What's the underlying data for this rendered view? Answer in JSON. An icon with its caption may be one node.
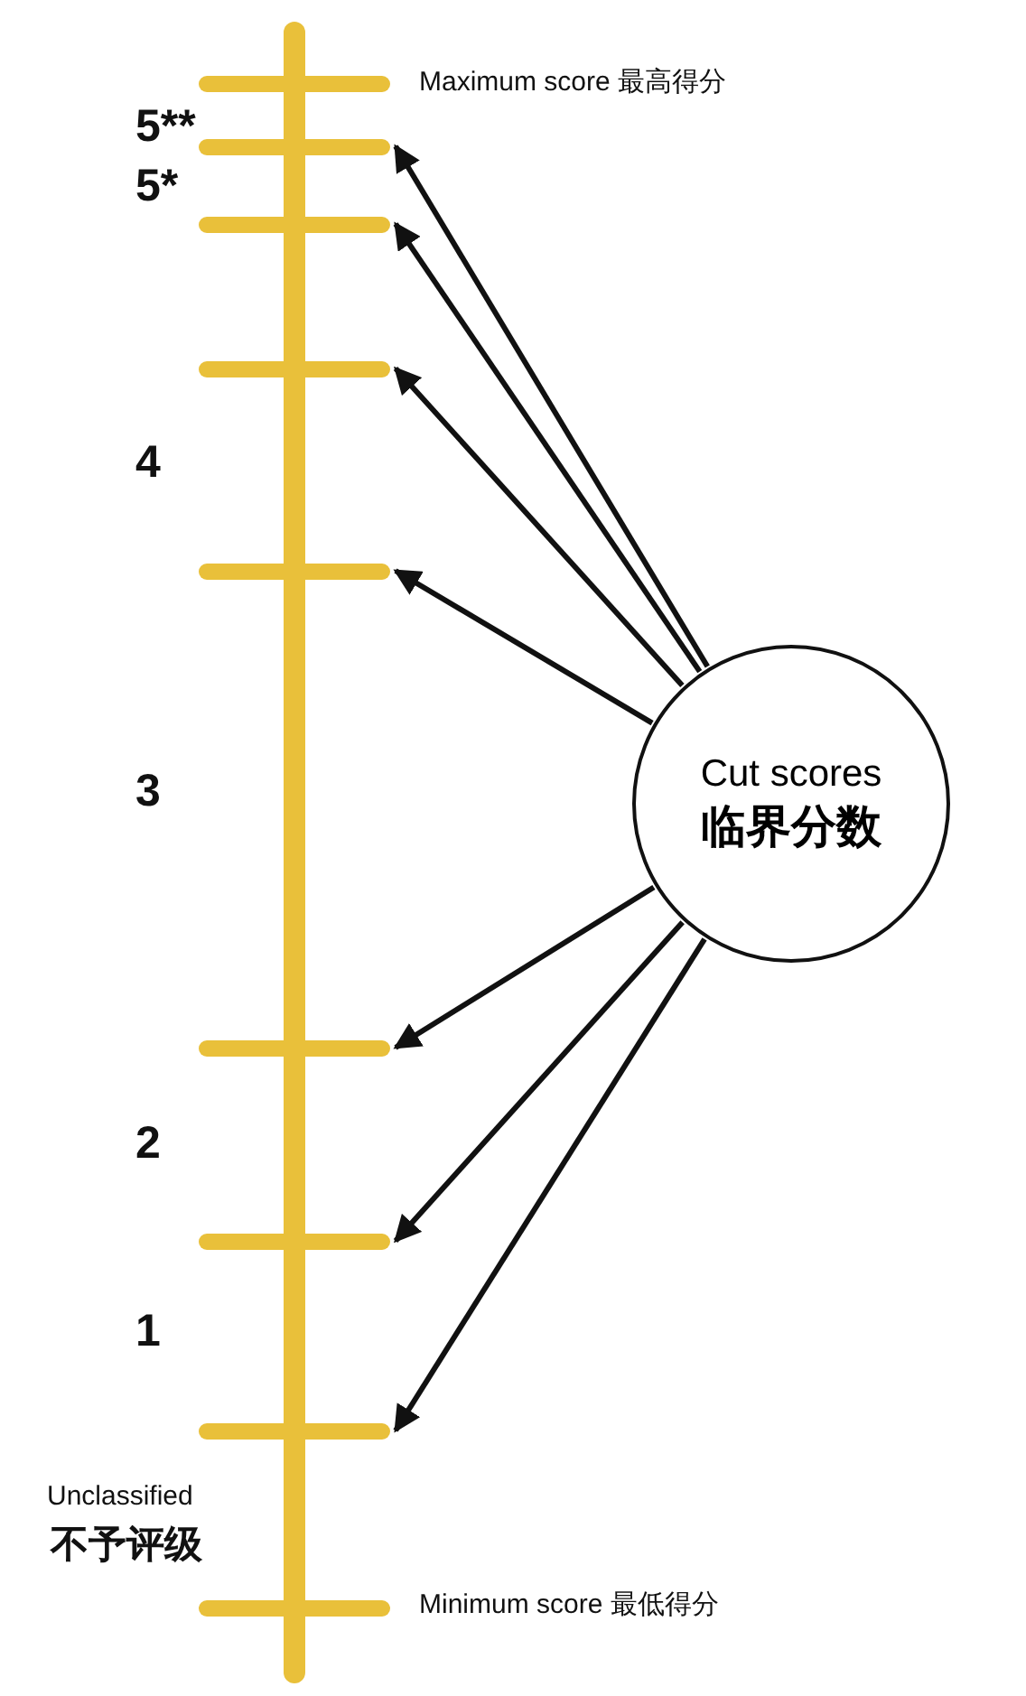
{
  "diagram": {
    "nodes": [
      {
        "text": [],
        "shape": "bar"
      },
      {
        "text": [],
        "shape": "bar"
      },
      {
        "text": [],
        "shape": "bar"
      },
      {
        "text": [],
        "shape": "bar"
      },
      {
        "text": [],
        "shape": "bar"
      },
      {
        "text": [
          "Cut scores",
          "临界分数"
        ]
      },
      {
        "text": [],
        "shape": "bar"
      },
      {
        "text": [],
        "shape": "bar"
      },
      {
        "text": [],
        "shape": "bar"
      },
      {
        "text": [],
        "shape": "bar"
      }
    ],
    "edges": [
      {
        "from": 5,
        "to": 1,
        "arrow": "to"
      },
      {
        "from": 5,
        "to": 2,
        "arrow": "to"
      },
      {
        "from": 5,
        "to": 3,
        "arrow": "to"
      },
      {
        "from": 5,
        "to": 4,
        "arrow": "to"
      },
      {
        "from": 5,
        "to": 6,
        "arrow": "to"
      },
      {
        "from": 5,
        "to": 7,
        "arrow": "to"
      },
      {
        "from": 5,
        "to": 8,
        "arrow": "to"
      }
    ],
    "labels": [
      "Maximum score 最高得分",
      "5**",
      "5*",
      "4",
      "3",
      "2",
      "1",
      "Unclassified",
      "不予评级",
      "Minimum score 最低得分"
    ]
  }
}
